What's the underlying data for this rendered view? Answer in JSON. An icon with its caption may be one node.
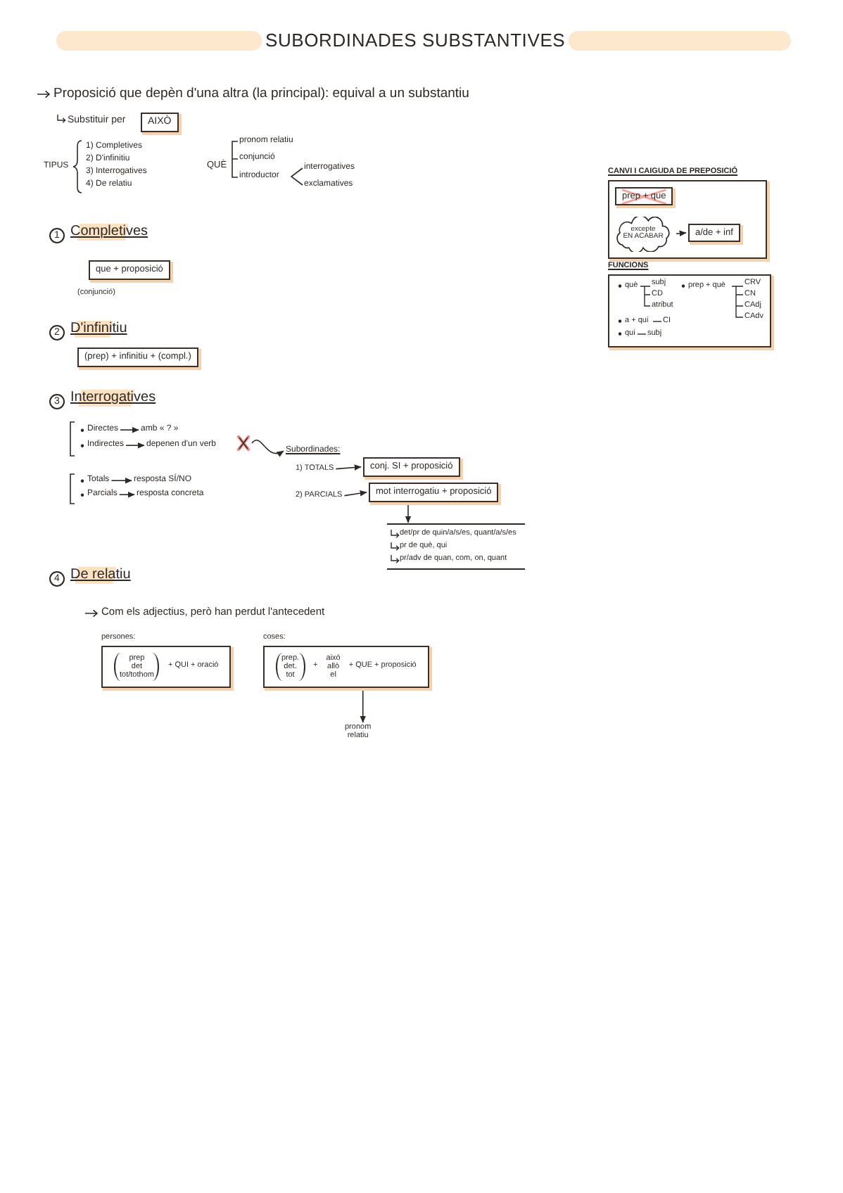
{
  "diagram": {
    "title": "SUBORDINADES SUBSTANTIVES",
    "nodes": [
      {
        "text": [
          "AIXÒ"
        ],
        "beside": [
          "Substituir per"
        ]
      },
      {
        "text": [
          "CANVI I CAIGUDA DE PREPOSICIÓ"
        ]
      },
      {
        "text": [
          "prep + que"
        ],
        "in": 1
      },
      {
        "text": [
          "excepte",
          "EN ACABAR"
        ],
        "in": 1
      },
      {
        "text": [
          "a/de + inf"
        ],
        "in": 1
      },
      {
        "text": [
          "1"
        ],
        "beside": [
          "Completives"
        ]
      },
      {
        "text": [
          "que + proposició"
        ],
        "beside": [
          "(conjunció)"
        ]
      },
      {
        "text": [
          "FUNCIONS",
          "què",
          "subj",
          "CD",
          "atribut",
          "prep + què",
          "CRV",
          "CN",
          "CAdj",
          "CAdv",
          "a + qui",
          "CI",
          "qui",
          "subj"
        ]
      },
      {
        "text": [
          "2"
        ],
        "beside": [
          "D'infinitiu"
        ]
      },
      {
        "text": [
          "(prep) + infinitiu + (compl.)"
        ]
      },
      {
        "text": [
          "3"
        ],
        "beside": [
          "Interrogatives"
        ]
      },
      {
        "text": [
          "Directes"
        ]
      },
      {
        "text": [
          "amb « ? »"
        ]
      },
      {
        "text": [
          "Indirectes"
        ]
      },
      {
        "text": [
          "depenen d'un verb"
        ]
      },
      {
        "text": [],
        "shape": "cross"
      },
      {
        "text": [
          "Subordinades:"
        ]
      },
      {
        "text": [
          "1) TOTALS"
        ]
      },
      {
        "text": [
          "conj. SI + proposició"
        ]
      },
      {
        "text": [
          "Totals"
        ]
      },
      {
        "text": [
          "resposta SÍ/NO"
        ]
      },
      {
        "text": [
          "Parcials"
        ]
      },
      {
        "text": [
          "resposta concreta"
        ]
      },
      {
        "text": [
          "2) PARCIALS"
        ]
      },
      {
        "text": [
          "mot interrogatiu + proposició"
        ]
      },
      {
        "text": [
          "det/pr de quin/a/s/es, quant/a/s/es",
          "pr de què, qui",
          "pr/adv de quan, com, on, quant"
        ]
      },
      {
        "text": [
          "4"
        ],
        "beside": [
          "De relatiu"
        ]
      },
      {
        "text": [
          "persones:",
          "prep det tot/tothom",
          "+ QUI + oració"
        ]
      },
      {
        "text": [
          "coses:",
          "prep. det. tot",
          "+",
          "això allò el",
          "+ QUE + proposició"
        ]
      },
      {
        "text": [
          "pronom relatiu"
        ]
      }
    ],
    "edges": [
      {
        "from": 3,
        "to": 4,
        "arrow": "to"
      },
      {
        "from": 11,
        "to": 12,
        "arrow": "to"
      },
      {
        "from": 13,
        "to": 14,
        "arrow": "to"
      },
      {
        "from": 15,
        "to": 16,
        "arrow": "to"
      },
      {
        "from": 17,
        "to": 18,
        "arrow": "to"
      },
      {
        "from": 19,
        "to": 20,
        "arrow": "to"
      },
      {
        "from": 21,
        "to": 22,
        "arrow": "to"
      },
      {
        "from": 23,
        "to": 24,
        "arrow": "to"
      },
      {
        "from": 24,
        "to": 25,
        "arrow": "to"
      },
      {
        "from": 28,
        "to": 29,
        "arrow": "to"
      }
    ],
    "labels": [
      "Proposició que depèn d'una altra (la principal): equival a un substantiu",
      "TIPUS",
      "1) Completives",
      "2) D'infinitiu",
      "3) Interrogatives",
      "4) De relatiu",
      "QUÈ",
      "pronom relatiu",
      "conjunció",
      "introductor",
      "interrogatives",
      "exclamatives",
      "Com els adjectius, però han perdut l'antecedent"
    ]
  }
}
